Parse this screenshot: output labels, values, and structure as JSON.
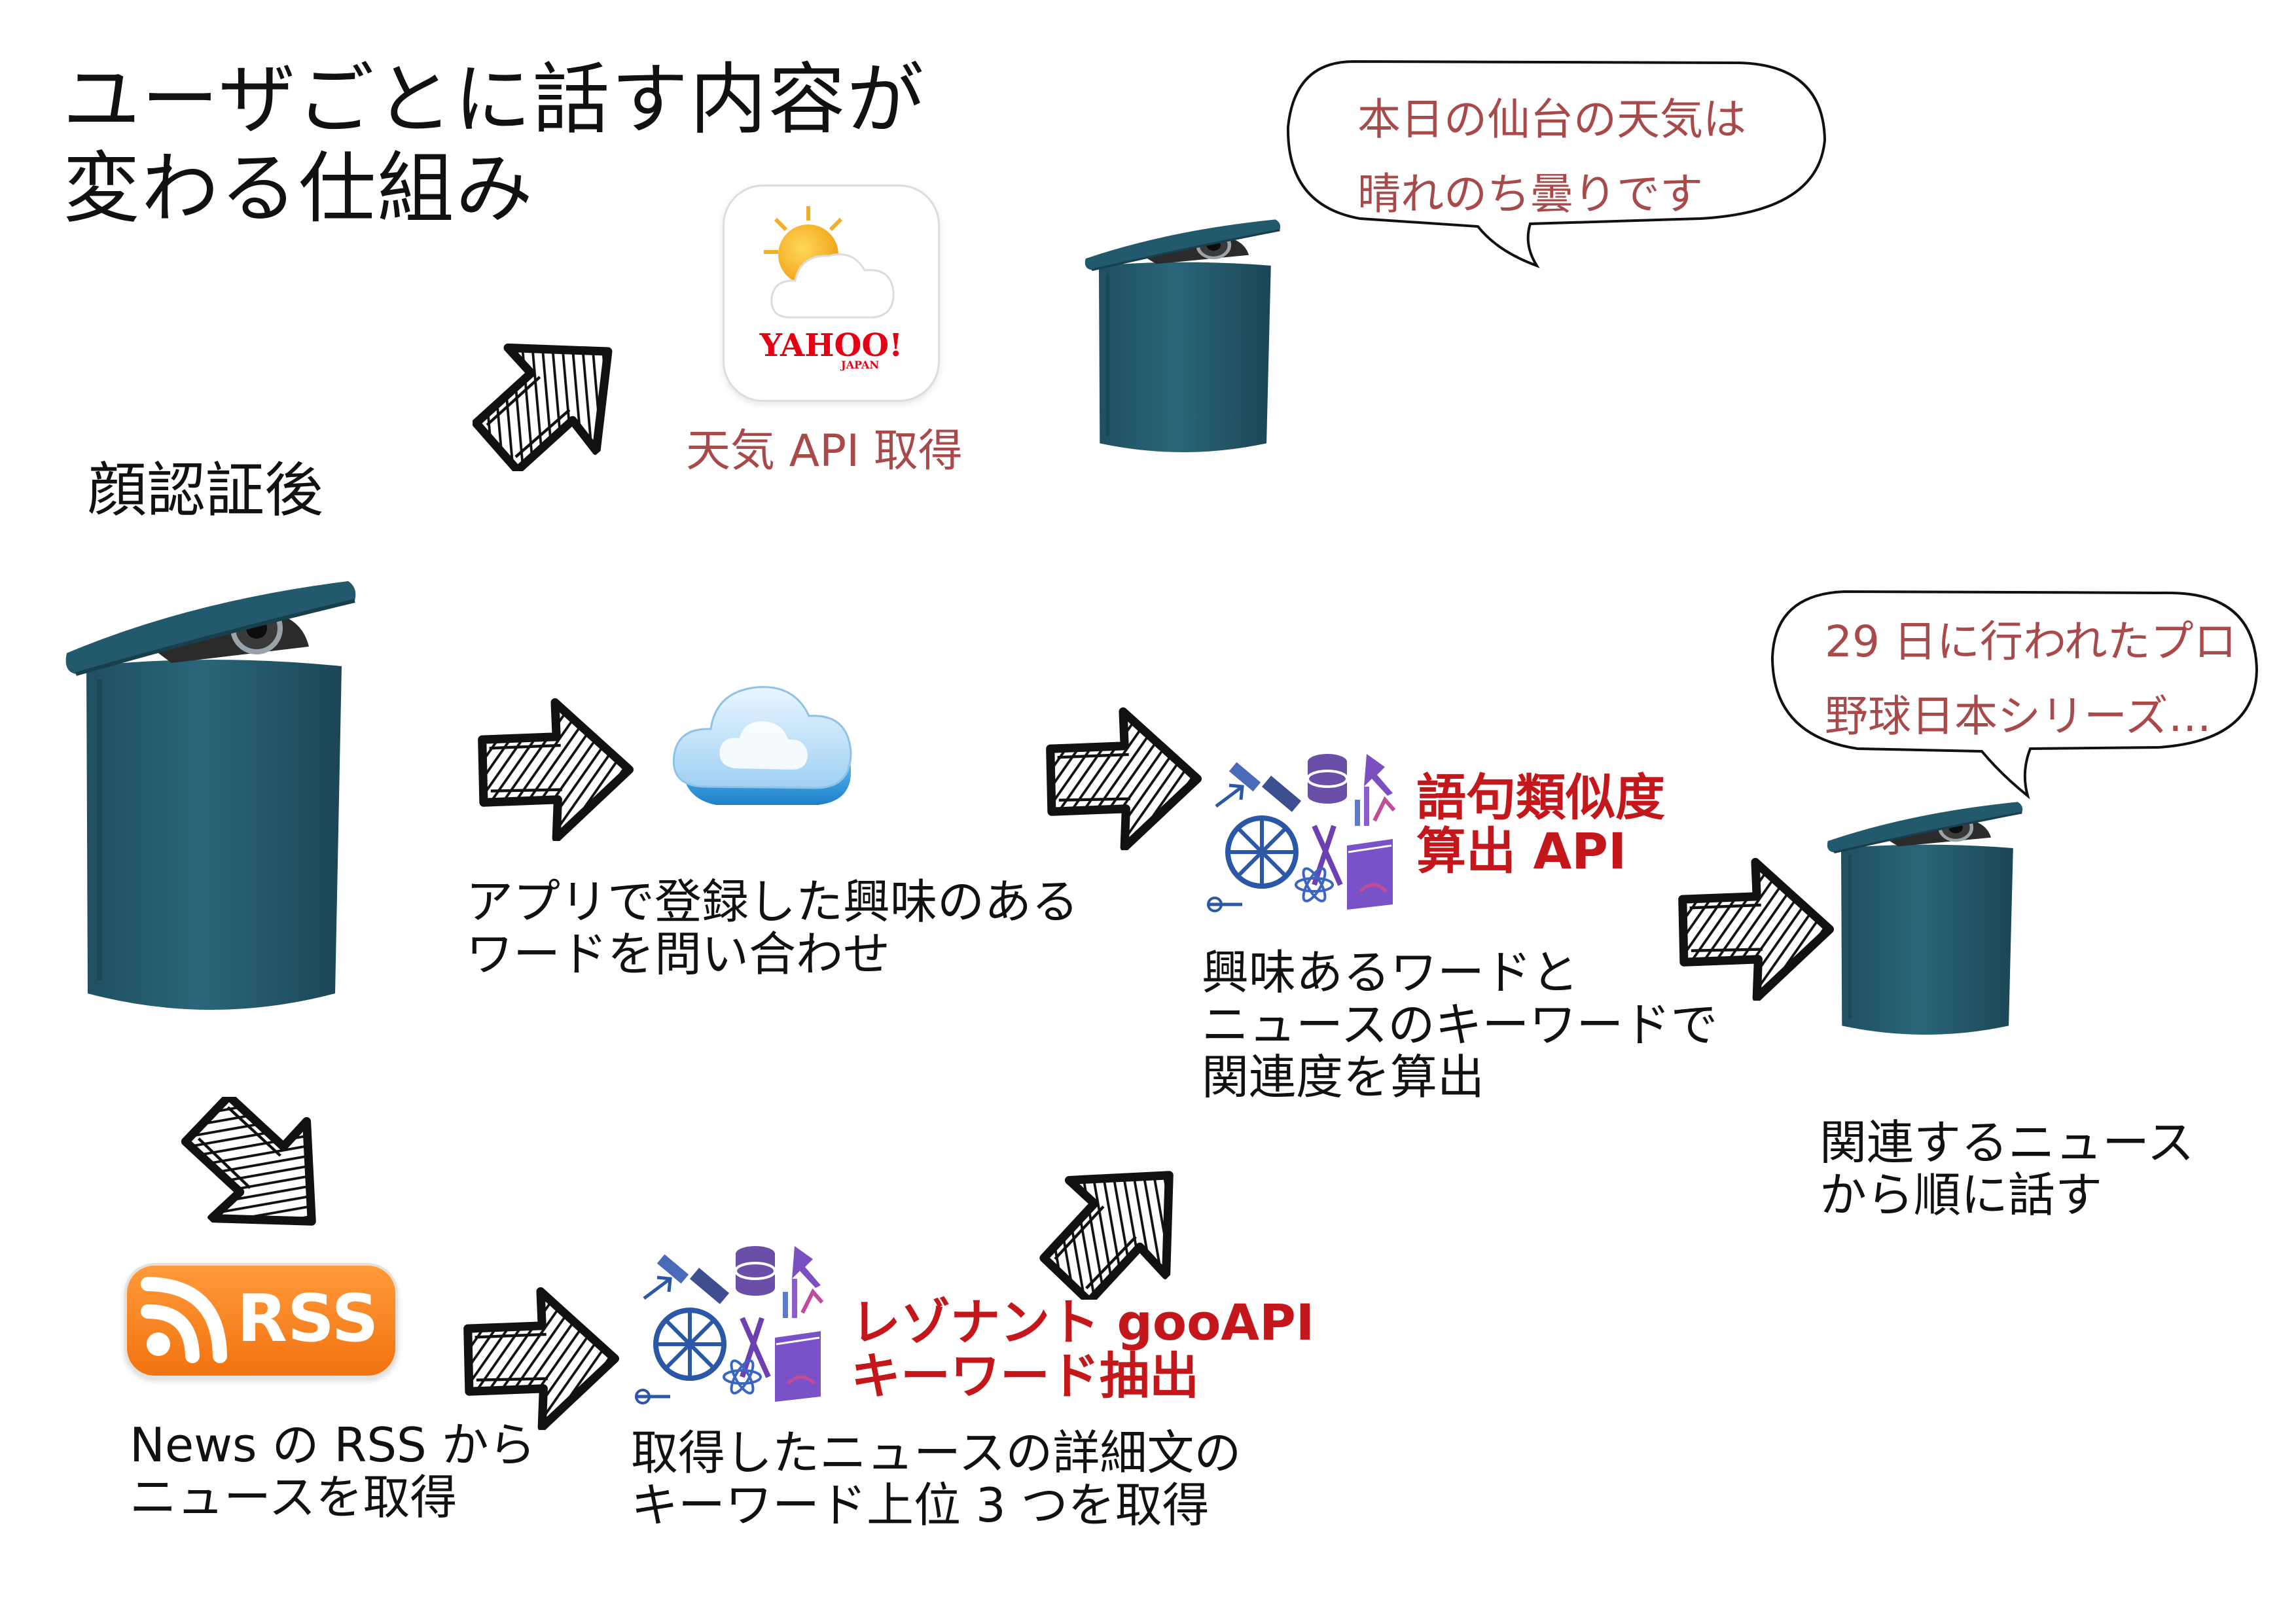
{
  "title": {
    "line1": "ユーザごとに話す内容が",
    "line2": "変わる仕組み"
  },
  "face_auth": {
    "label": "顔認証後"
  },
  "weather": {
    "service_logo": {
      "line1": "YAHOO!",
      "line2": "JAPAN"
    },
    "caption": "天気 API 取得",
    "speech": {
      "line1": "本日の仙台の天気は",
      "line2": "晴れのち曇りです"
    }
  },
  "interest_query": {
    "caption": {
      "line1": "アプリで登録した興味のある",
      "line2": "ワードを問い合わせ"
    }
  },
  "similarity_api": {
    "name": {
      "line1": "語句類似度",
      "line2": "算出 API"
    },
    "caption": {
      "line1": "興味あるワードと",
      "line2": "ニュースのキーワードで",
      "line3": "関連度を算出"
    }
  },
  "news_output": {
    "speech": {
      "line1": "29 日に行われたプロ",
      "line2": "野球日本シリーズ…"
    },
    "caption": {
      "line1": "関連するニュース",
      "line2": "から順に話す"
    }
  },
  "rss": {
    "logo_text": "RSS",
    "caption": {
      "line1": "News の RSS から",
      "line2": "ニュースを取得"
    }
  },
  "keyword_api": {
    "name": {
      "line1": "レゾナント gooAPI",
      "line2": "キーワード抽出"
    },
    "caption": {
      "line1": "取得したニュースの詳細文の",
      "line2": "キーワード上位 3 つを取得"
    }
  },
  "colors": {
    "device": "#245a6e",
    "accent_red": "#c4171b",
    "caption_red": "#a84a4a",
    "rss_orange": "#f27310"
  }
}
